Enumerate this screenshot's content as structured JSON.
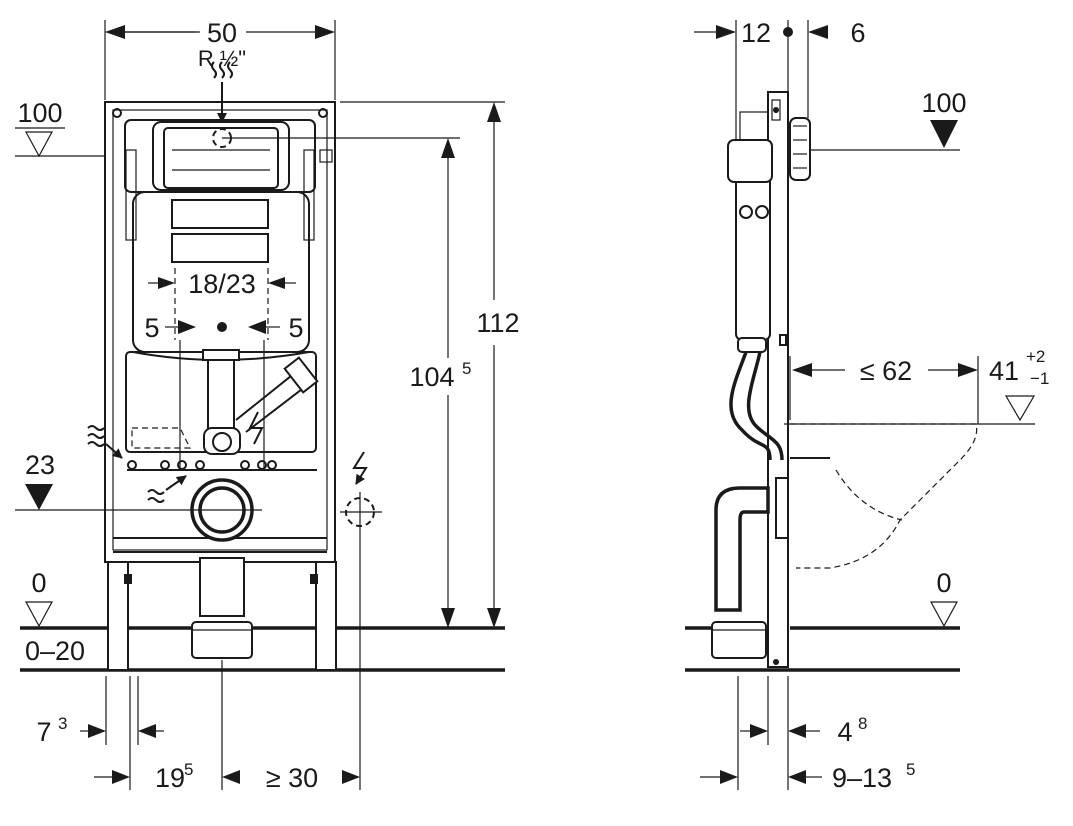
{
  "front_view": {
    "dim_width": "50",
    "dim_water_inlet": "R ½\"",
    "dim_height_total": "112",
    "dim_height_frame_main": "104",
    "dim_height_frame_sup": "5",
    "dim_button_cutout": "18/23",
    "dim_side_left": "5",
    "dim_side_right": "5",
    "level_left_top": "100",
    "level_left_mid": "23",
    "level_left_floor": "0",
    "floor_range": "0–20",
    "dim_foot_a_main": "7",
    "dim_foot_a_sup": "3",
    "dim_foot_b_main": "19",
    "dim_foot_b_sup": "5",
    "dim_power_offset": "≥ 30"
  },
  "side_view": {
    "dim_depth_a": "12",
    "dim_depth_b": "6",
    "level_top": "100",
    "dim_bowl_projection": "≤ 62",
    "level_bowl_main": "41",
    "level_bowl_tol_plus": "+2",
    "level_bowl_tol_minus": "−1",
    "level_floor": "0",
    "dim_base_a_main": "4",
    "dim_base_a_sup": "8",
    "dim_base_b_main": "9–13",
    "dim_base_b_sup": "5"
  }
}
